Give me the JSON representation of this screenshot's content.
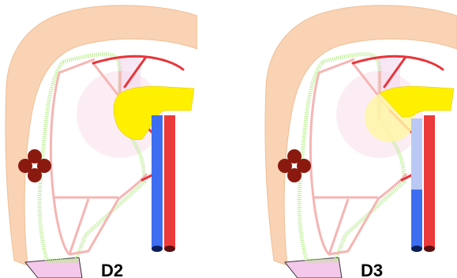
{
  "panels": [
    {
      "label": "D2",
      "variant": "d2"
    },
    {
      "label": "D3",
      "variant": "d3"
    }
  ],
  "colors": {
    "outer_band": "#f9d3b3",
    "outer_band_stroke": "#f0bf98",
    "green_border": "#b6ec8a",
    "pink_line": "#f5b5b3",
    "red_line": "#e8353a",
    "yellow": "#ffef00",
    "yellow_light": "#fff6a6",
    "pale_pink": "#fbe6f0",
    "lavender": "#f3d7ec",
    "blue_tube": "#3d6ef2",
    "red_tube": "#ec3a3a",
    "tube_end_blue": "#0a1e5a",
    "tube_end_red": "#5a0e10",
    "cluster": "#8a1a10",
    "bottom_pink": "#f4c8ea",
    "blue_transparent": "#b9c9f3"
  }
}
